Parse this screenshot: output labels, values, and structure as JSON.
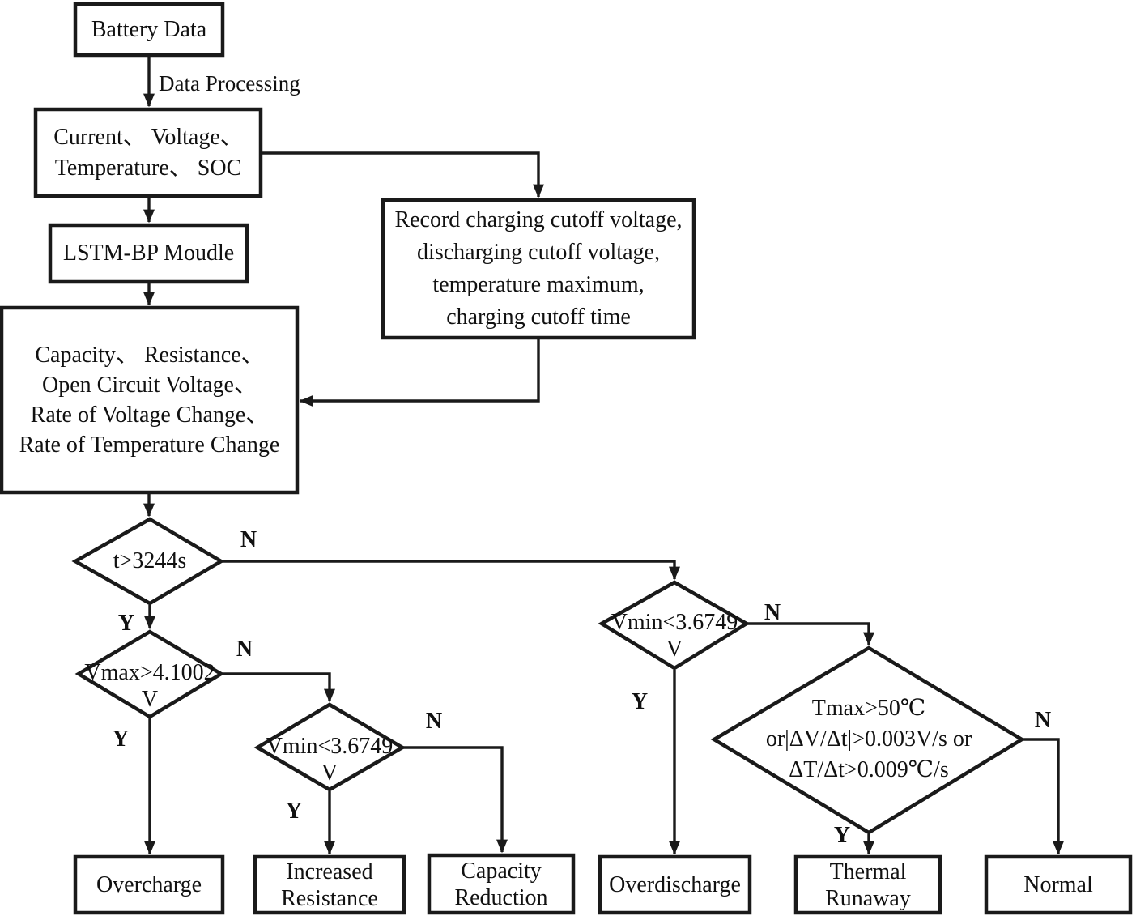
{
  "canvas": {
    "background": "#ffffff",
    "line_color": "#1a1a1a",
    "text_color": "#111111"
  },
  "nodes": {
    "battery_data": {
      "label": "Battery Data"
    },
    "signals": {
      "lines": [
        "Current、 Voltage、",
        "Temperature、 SOC"
      ]
    },
    "lstm_bp": {
      "label": "LSTM-BP Moudle"
    },
    "record": {
      "lines": [
        "Record charging cutoff voltage,",
        "discharging cutoff voltage,",
        "temperature maximum,",
        "charging cutoff time"
      ]
    },
    "features": {
      "lines": [
        "Capacity、 Resistance、",
        "Open Circuit Voltage、",
        "Rate of Voltage Change、",
        "Rate of Temperature Change"
      ]
    },
    "decision_time": {
      "label": "t>3244s"
    },
    "decision_vmax": {
      "lines": [
        "Vmax>4.1002",
        "V"
      ]
    },
    "decision_vmin_mid": {
      "lines": [
        "Vmin<3.6749",
        "V"
      ]
    },
    "decision_vmin_right": {
      "lines": [
        "Vmin<3.6749",
        "V"
      ]
    },
    "decision_thermal": {
      "lines": [
        "Tmax>50℃",
        "or|ΔV/Δt|>0.003V/s or",
        "ΔT/Δt>0.009℃/s"
      ]
    },
    "overcharge": {
      "label": "Overcharge"
    },
    "increased_resistance": {
      "lines": [
        "Increased",
        "Resistance"
      ]
    },
    "capacity_reduction": {
      "lines": [
        "Capacity",
        "Reduction"
      ]
    },
    "overdischarge": {
      "label": "Overdischarge"
    },
    "thermal_runaway": {
      "lines": [
        "Thermal",
        "Runaway"
      ]
    },
    "normal": {
      "label": "Normal"
    }
  },
  "edge_labels": {
    "data_processing": "Data Processing",
    "yes": "Y",
    "no": "N"
  }
}
